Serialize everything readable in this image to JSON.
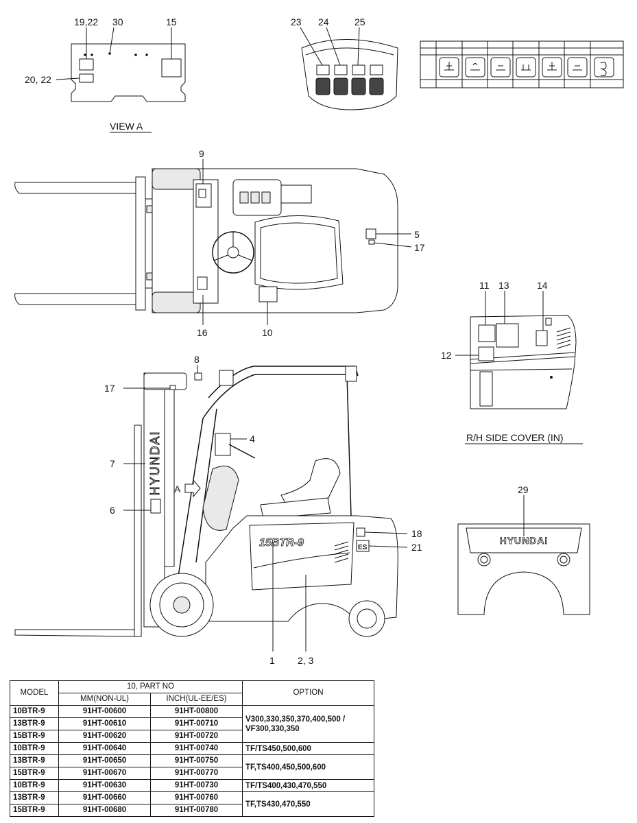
{
  "views": {
    "view_a": "VIEW A",
    "rh_side_cover": "R/H SIDE COVER (IN)",
    "arrow_a": "A"
  },
  "brand": "HYUNDAI",
  "model_badge": "15BTR-9",
  "es_badge": "ES",
  "callouts": {
    "c1": "1",
    "c23": "2, 3",
    "c4": "4",
    "c5": "5",
    "c6": "6",
    "c7": "7",
    "c8": "8",
    "c9": "9",
    "c10": "10",
    "c11": "11",
    "c12": "12",
    "c13": "13",
    "c14": "14",
    "c15": "15",
    "c16": "16",
    "c17a": "17",
    "c17b": "17",
    "c18": "18",
    "c1922": "19,22",
    "c2022": "20, 22",
    "c21": "21",
    "c23b": "23",
    "c24": "24",
    "c25": "25",
    "c29": "29",
    "c30": "30"
  },
  "parts_table": {
    "headers": {
      "model": "MODEL",
      "part_no": "10, PART NO",
      "mm": "MM(NON-UL)",
      "inch": "INCH(UL-EE/ES)",
      "option": "OPTION"
    },
    "rows": [
      {
        "model": "10BTR-9",
        "mm": "91HT-00600",
        "inch": "91HT-00800"
      },
      {
        "model": "13BTR-9",
        "mm": "91HT-00610",
        "inch": "91HT-00710"
      },
      {
        "model": "15BTR-9",
        "mm": "91HT-00620",
        "inch": "91HT-00720"
      },
      {
        "model": "10BTR-9",
        "mm": "91HT-00640",
        "inch": "91HT-00740"
      },
      {
        "model": "13BTR-9",
        "mm": "91HT-00650",
        "inch": "91HT-00750"
      },
      {
        "model": "15BTR-9",
        "mm": "91HT-00670",
        "inch": "91HT-00770"
      },
      {
        "model": "10BTR-9",
        "mm": "91HT-00630",
        "inch": "91HT-00730"
      },
      {
        "model": "13BTR-9",
        "mm": "91HT-00660",
        "inch": "91HT-00760"
      },
      {
        "model": "15BTR-9",
        "mm": "91HT-00680",
        "inch": "91HT-00780"
      }
    ],
    "options": [
      "V300,330,350,370,400,500 / VF300,330,350",
      "TF/TS450,500,600",
      "TF,TS400,450,500,600",
      "TF/TS400,430,470,550",
      "TF,TS430,470,550"
    ]
  }
}
